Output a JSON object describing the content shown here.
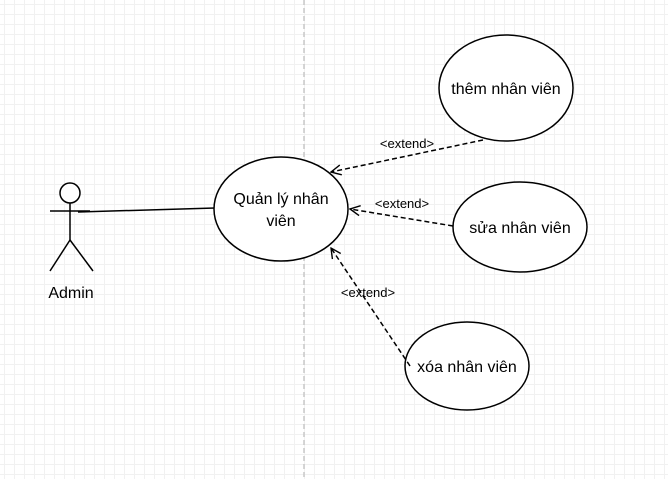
{
  "actor": {
    "name": "Admin"
  },
  "use_cases": {
    "main": {
      "line1": "Quản lý nhân",
      "line2": "viên"
    },
    "add": {
      "label": "thêm nhân viên"
    },
    "edit": {
      "label": "sửa nhân viên"
    },
    "delete": {
      "label": "xóa nhân viên"
    }
  },
  "relations": {
    "add_extend": "<extend>",
    "edit_extend": "<extend>",
    "delete_extend": "<extend>"
  },
  "colors": {
    "stroke": "#000000",
    "fill": "#ffffff",
    "boundary": "#c8c8c8"
  }
}
